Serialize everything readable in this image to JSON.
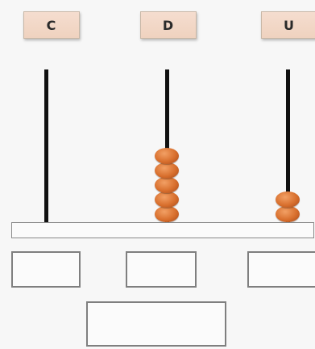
{
  "abacus": {
    "columns": [
      {
        "label": "C",
        "beads": 0
      },
      {
        "label": "D",
        "beads": 5
      },
      {
        "label": "U",
        "beads": 2
      }
    ],
    "bead_color": "#d86f2d",
    "rod_color": "#111111"
  }
}
